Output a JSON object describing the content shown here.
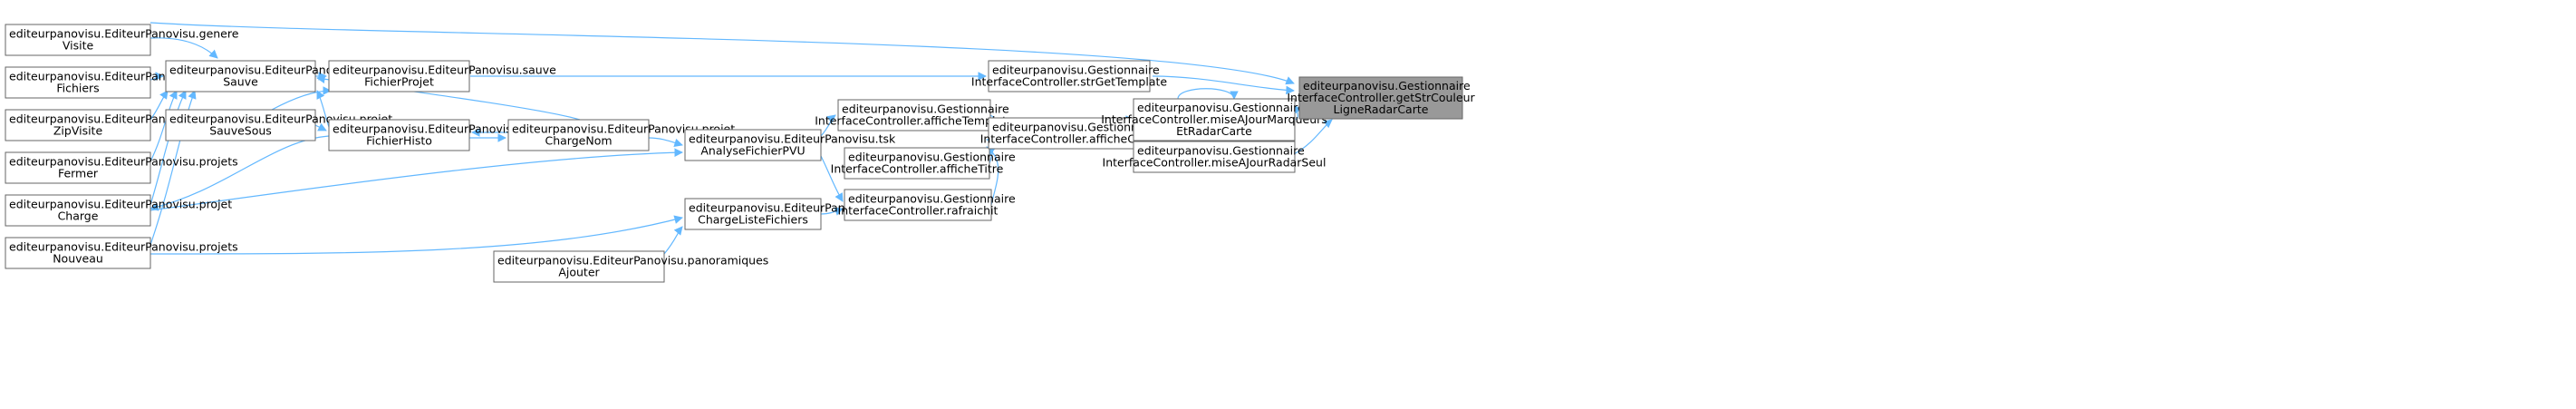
{
  "colors": {
    "edge": "#63b8ff",
    "node_border": "#666666",
    "node_fill": "#ffffff",
    "focus_fill": "#999999",
    "text": "#000000"
  },
  "nodes": [
    {
      "id": "genereVisite",
      "lines": [
        "editeurpanovisu.EditeurPanovisu.genere",
        "Visite"
      ]
    },
    {
      "id": "sauveFichiers",
      "lines": [
        "editeurpanovisu.EditeurPanovisu.sauve",
        "Fichiers"
      ]
    },
    {
      "id": "creerZipVisite",
      "lines": [
        "editeurpanovisu.EditeurPanovisu.creer",
        "ZipVisite"
      ]
    },
    {
      "id": "projetsFermer",
      "lines": [
        "editeurpanovisu.EditeurPanovisu.projets",
        "Fermer"
      ]
    },
    {
      "id": "projetCharge",
      "lines": [
        "editeurpanovisu.EditeurPanovisu.projet",
        "Charge"
      ]
    },
    {
      "id": "projetsNouveau",
      "lines": [
        "editeurpanovisu.EditeurPanovisu.projets",
        "Nouveau"
      ]
    },
    {
      "id": "projetSauve",
      "lines": [
        "editeurpanovisu.EditeurPanovisu.projet",
        "Sauve"
      ]
    },
    {
      "id": "projetSauveSous",
      "lines": [
        "editeurpanovisu.EditeurPanovisu.projet",
        "SauveSous"
      ]
    },
    {
      "id": "sauveFichierProjet",
      "lines": [
        "editeurpanovisu.EditeurPanovisu.sauve",
        "FichierProjet"
      ]
    },
    {
      "id": "ajouteFichierHisto",
      "lines": [
        "editeurpanovisu.EditeurPanovisu.ajoute",
        "FichierHisto"
      ]
    },
    {
      "id": "projetChargeNom",
      "lines": [
        "editeurpanovisu.EditeurPanovisu.projet",
        "ChargeNom"
      ]
    },
    {
      "id": "panoramiquesAjouter",
      "lines": [
        "editeurpanovisu.EditeurPanovisu.panoramiques",
        "Ajouter"
      ]
    },
    {
      "id": "tskAnalyse",
      "lines": [
        "editeurpanovisu.EditeurPanovisu.tsk",
        "AnalyseFichierPVU"
      ]
    },
    {
      "id": "tskCharge",
      "lines": [
        "editeurpanovisu.EditeurPanovisu.tsk",
        "ChargeListeFichiers"
      ]
    },
    {
      "id": "afficheTemplate",
      "lines": [
        "editeurpanovisu.Gestionnaire",
        "InterfaceController.afficheTemplate"
      ]
    },
    {
      "id": "afficheTitre",
      "lines": [
        "editeurpanovisu.Gestionnaire",
        "InterfaceController.afficheTitre"
      ]
    },
    {
      "id": "rafraichit",
      "lines": [
        "editeurpanovisu.Gestionnaire",
        "InterfaceController.rafraichit"
      ]
    },
    {
      "id": "strGetTemplate",
      "lines": [
        "editeurpanovisu.Gestionnaire",
        "InterfaceController.strGetTemplate"
      ]
    },
    {
      "id": "afficheCarte",
      "lines": [
        "editeurpanovisu.Gestionnaire",
        "InterfaceController.afficheCarte"
      ]
    },
    {
      "id": "miseAJourMarqueurs",
      "lines": [
        "editeurpanovisu.Gestionnaire",
        "InterfaceController.miseAJourMarqueurs",
        "EtRadarCarte"
      ]
    },
    {
      "id": "miseAJourRadarSeul",
      "lines": [
        "editeurpanovisu.Gestionnaire",
        "InterfaceController.miseAJourRadarSeul"
      ]
    },
    {
      "id": "getStrCouleur",
      "lines": [
        "editeurpanovisu.Gestionnaire",
        "InterfaceController.getStrCouleur",
        "LigneRadarCarte"
      ]
    }
  ]
}
